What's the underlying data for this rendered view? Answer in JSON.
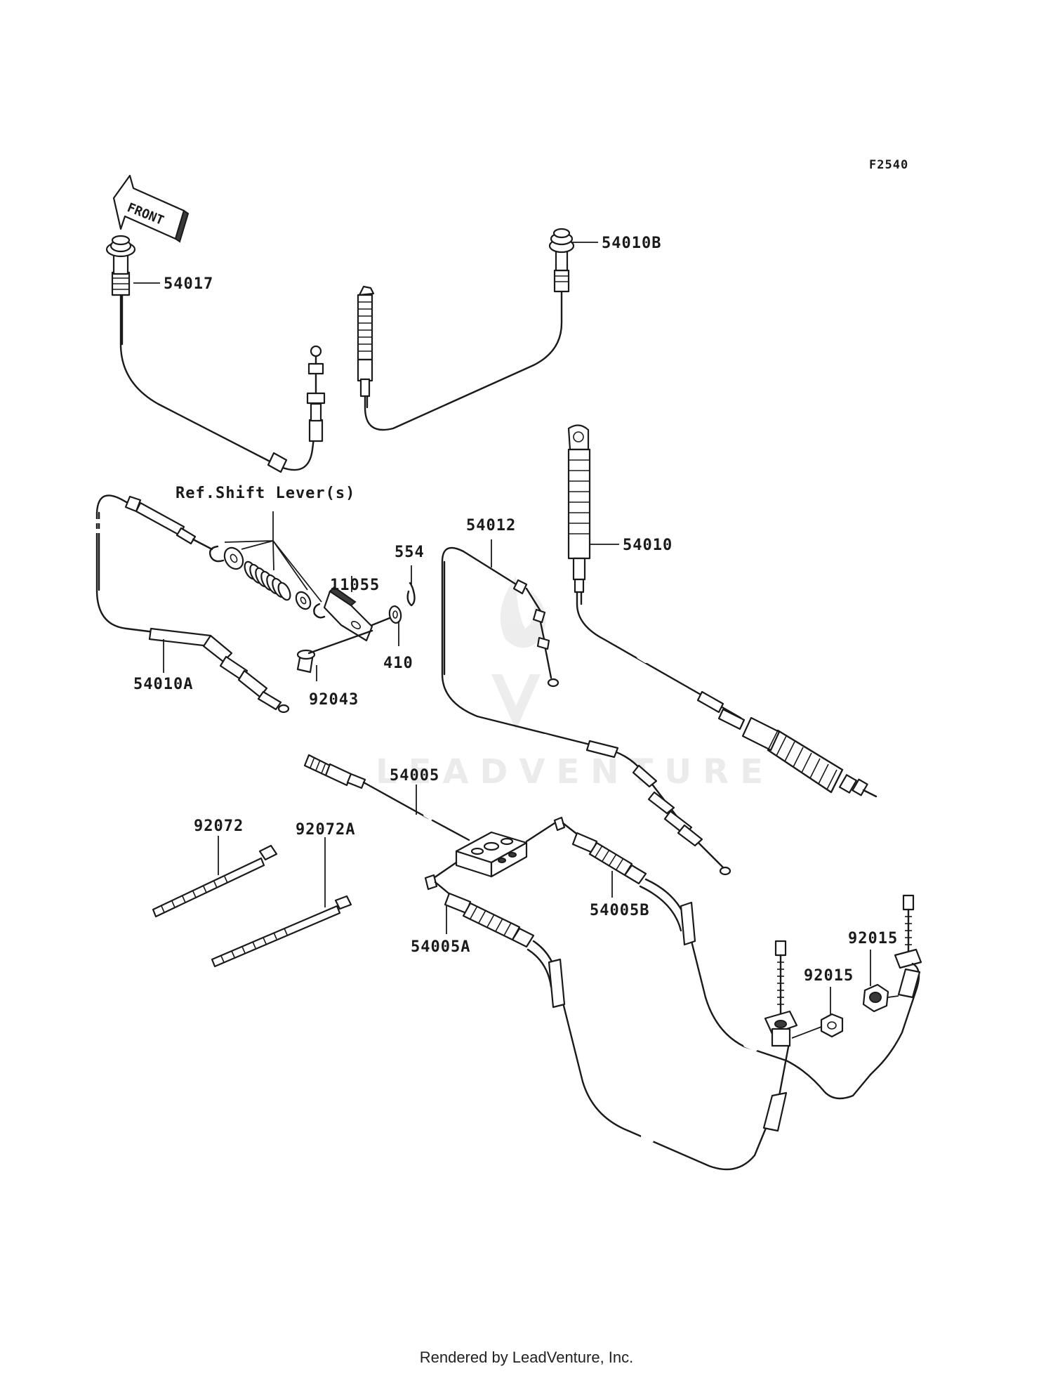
{
  "diagram": {
    "figure_code": "F2540",
    "front_label": "FRONT",
    "ref_label": "Ref.Shift Lever(s)",
    "watermark": "LEADVENTURE",
    "parts": {
      "p54017": "54017",
      "p54010B": "54010B",
      "p54012": "54012",
      "p54010": "54010",
      "p554": "554",
      "p11055": "11055",
      "p410": "410",
      "p92043": "92043",
      "p54010A": "54010A",
      "p54005": "54005",
      "p92072": "92072",
      "p92072A": "92072A",
      "p54005B": "54005B",
      "p54005A": "54005A",
      "p92015a": "92015",
      "p92015b": "92015"
    }
  },
  "footer": {
    "text": "Rendered by LeadVenture, Inc."
  }
}
